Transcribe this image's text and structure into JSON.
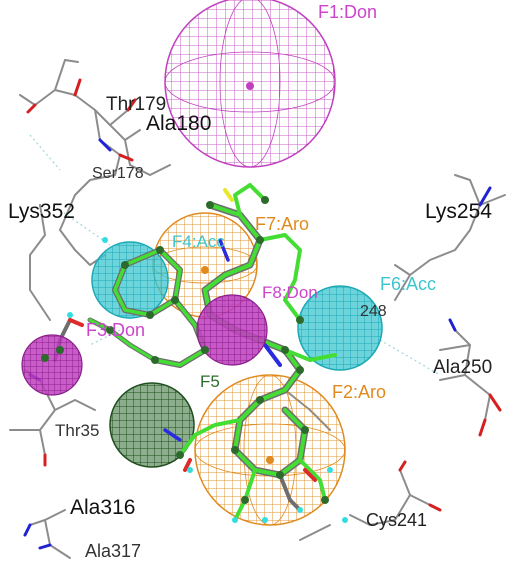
{
  "residues": {
    "thr179": "Thr179",
    "ala180": "Ala180",
    "ser178": "Ser178",
    "lys352": "Lys352",
    "lys254": "Lys254",
    "res248": "248",
    "ala250": "Ala250",
    "thr35x": "Thr35",
    "ala316": "Ala316",
    "ala317": "Ala317",
    "cys241": "Cys241"
  },
  "features": {
    "f1": {
      "label": "F1:Don",
      "type": "donor",
      "color": "#cc44cc"
    },
    "f2": {
      "label": "F2:Aro",
      "type": "aromatic",
      "color": "#e08a1e"
    },
    "f3": {
      "label": "F3:Don",
      "type": "donor",
      "color": "#cc44cc"
    },
    "f4": {
      "label": "F4:Acc",
      "type": "acceptor",
      "color": "#3cc6d0"
    },
    "f5": {
      "label": "F5",
      "type": "hydrophobic",
      "color": "#2e6b2e"
    },
    "f6": {
      "label": "F6:Acc",
      "type": "acceptor",
      "color": "#3cc6d0"
    },
    "f7": {
      "label": "F7:Aro",
      "type": "aromatic",
      "color": "#e08a1e"
    },
    "f8": {
      "label": "F8:Don",
      "type": "donor",
      "color": "#cc44cc"
    }
  }
}
